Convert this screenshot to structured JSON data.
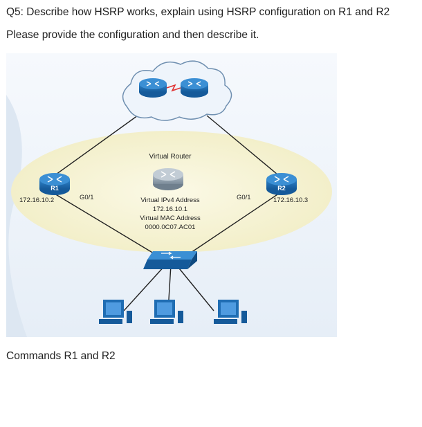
{
  "question": {
    "title": "Q5: Describe how HSRP works, explain using HSRP configuration on R1 and R2",
    "subtitle": "Please provide the configuration and then describe it."
  },
  "diagram": {
    "virtual_router_label": "Virtual Router",
    "r1": {
      "name": "R1",
      "ip": "172.16.10.2",
      "interface": "G0/1"
    },
    "r2": {
      "name": "R2",
      "ip": "172.16.10.3",
      "interface": "G0/1"
    },
    "virtual": {
      "ipv4_label": "Virtual IPv4 Address",
      "ipv4": "172.16.10.1",
      "mac_label": "Virtual MAC Address",
      "mac": "0000.0C07.AC01"
    },
    "colors": {
      "ellipse": "#f5f2cf",
      "cloud": "#eaf2fa",
      "router": "#1f6db3",
      "virtual_router": "#8a9aa8",
      "switch": "#1f6db3",
      "pc": "#1f6db3",
      "link_red": "#e03030"
    }
  },
  "footer": {
    "commands_label": "Commands R1 and R2"
  }
}
